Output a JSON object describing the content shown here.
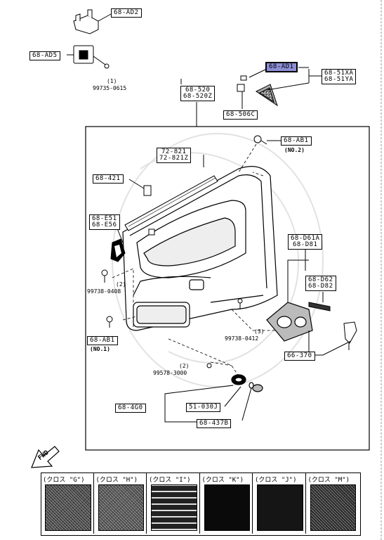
{
  "labels": {
    "ad2": "68-AD2",
    "ad5": "68-AD5",
    "screw_99735": "99735-0615",
    "screw_99735_qty": "(1)",
    "ad1": "68-AD1",
    "c51": [
      "68-51XA",
      "68-51YA"
    ],
    "c506": "68-506C",
    "c520": [
      "68-520",
      "68-520Z"
    ],
    "ab1_top": "68-AB1",
    "ab1_top_note": "(NO.2)",
    "c72": [
      "72-821",
      "72-821Z"
    ],
    "c421": "68-421",
    "e5": [
      "68-E51",
      "68-E56"
    ],
    "qty_left": "(2)",
    "screw_99738_0408": "99738-0408",
    "ab1_bottom": "68-AB1",
    "ab1_bottom_note": "(NO.1)",
    "d61": [
      "68-D61A",
      "68-D81"
    ],
    "d62": [
      "68-D62",
      "68-D82"
    ],
    "qty_mid": "(3)",
    "screw_99738_0412": "99738-0412",
    "c370": "66-370",
    "qty_bottom": "(2)",
    "screw_99578": "99578-3000",
    "c4g0": "68-4G0",
    "c030j": "51-030J",
    "c437b": "68-437B",
    "fwd": "FWD"
  },
  "swatches": [
    {
      "label": "(クロス \"G\")",
      "color": "#4a4a4a"
    },
    {
      "label": "(クロス \"H\")",
      "color": "#555555"
    },
    {
      "label": "(クロス \"I\")",
      "color": "#333333"
    },
    {
      "label": "(クロス \"K\")",
      "color": "#0a0a0a"
    },
    {
      "label": "(クロス \"J\")",
      "color": "#151515"
    },
    {
      "label": "(クロス \"M\")",
      "color": "#2e2e2e"
    }
  ]
}
